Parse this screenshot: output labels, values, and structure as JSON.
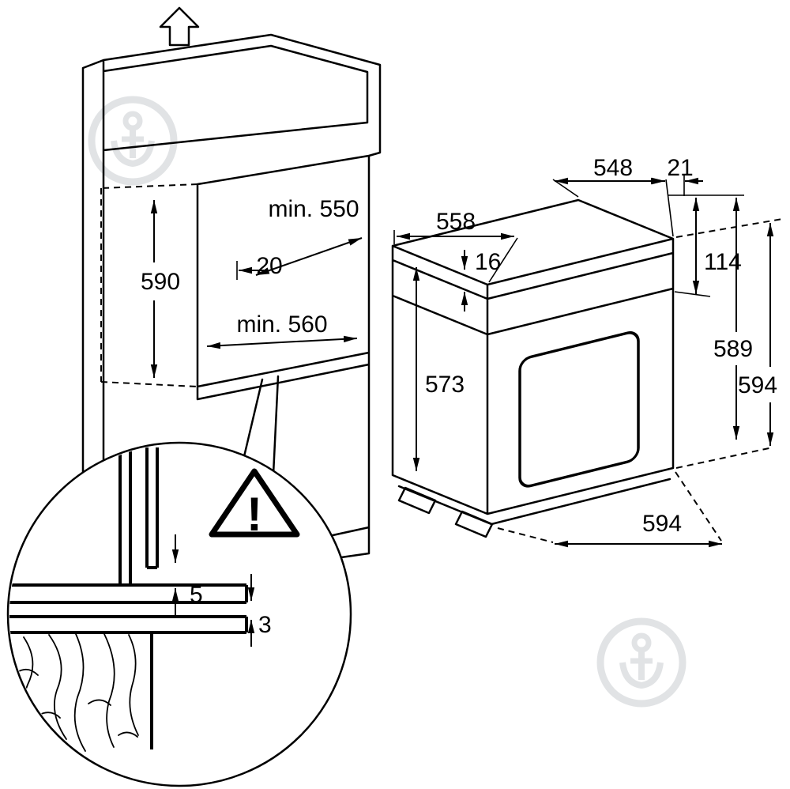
{
  "diagram": {
    "type": "installation-drawing",
    "subject": "Built-in oven cabinet niche and appliance dimensions (mm)"
  },
  "cabinet_dims": {
    "niche_height": "590",
    "niche_depth_min": "min. 550",
    "rear_gap": "20",
    "niche_width_min": "min. 560"
  },
  "oven_dims": {
    "top_depth": "558",
    "body_width": "548",
    "side_overhang": "21",
    "top_trim": "16",
    "control_panel_height": "114",
    "body_height": "573",
    "height_without_feet": "589",
    "overall_height": "594",
    "overall_width": "594"
  },
  "detail_dims": {
    "warning_mark": "!",
    "gap_above_shelf": "5",
    "gap_below_shelf": "3"
  }
}
